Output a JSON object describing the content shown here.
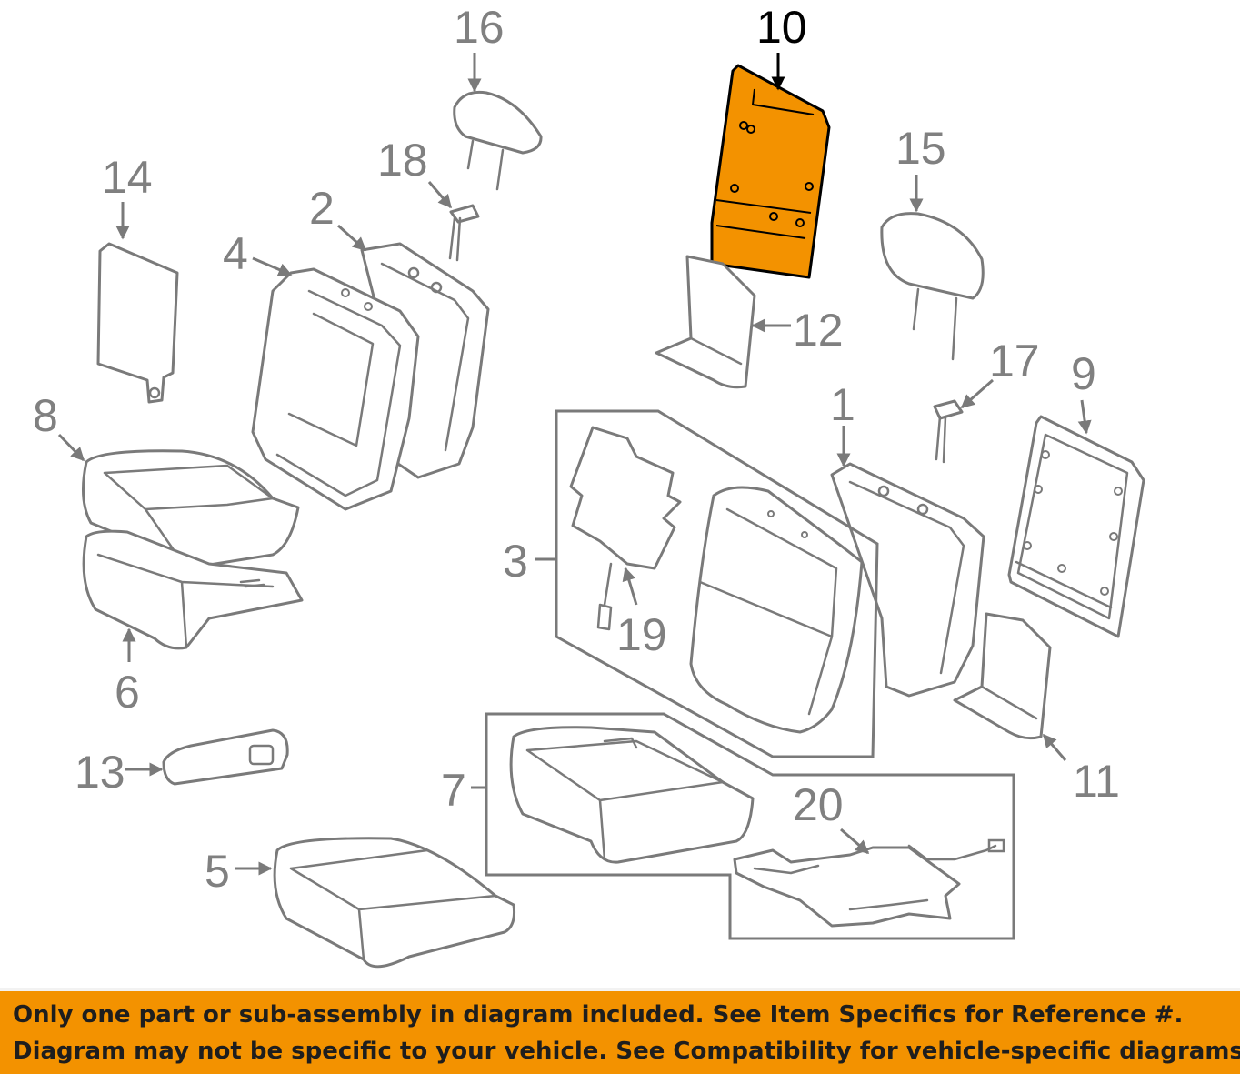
{
  "diagram": {
    "highlight_color": "#f39200",
    "line_color": "#7a7a7a",
    "callouts": {
      "p1": "1",
      "p2": "2",
      "p3": "3",
      "p4": "4",
      "p5": "5",
      "p6": "6",
      "p7": "7",
      "p8": "8",
      "p9": "9",
      "p10": "10",
      "p11": "11",
      "p12": "12",
      "p13": "13",
      "p14": "14",
      "p15": "15",
      "p16": "16",
      "p17": "17",
      "p18": "18",
      "p19": "19",
      "p20": "20"
    },
    "highlighted_part": "10"
  },
  "banner": {
    "background": "#f39200",
    "line_1": "Only one part or sub-assembly in diagram included. See Item Specifics for Reference #.",
    "line_2": "Diagram may not be specific to your vehicle. See Compatibility for vehicle-specific diagrams."
  }
}
